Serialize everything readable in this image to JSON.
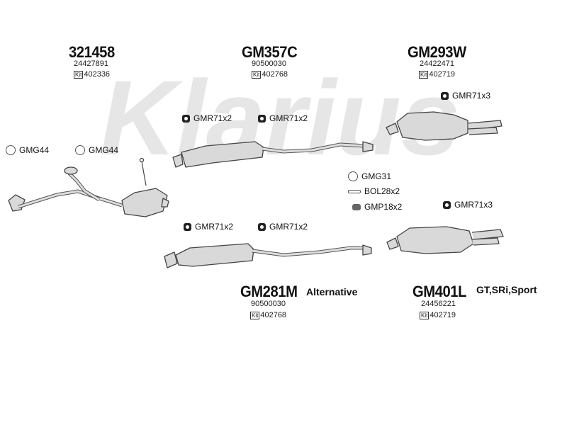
{
  "watermark": "Klarius",
  "parts": [
    {
      "id": "p1",
      "code": "321458",
      "oe": "24427891",
      "kit_label": "Kit",
      "kit": "402336"
    },
    {
      "id": "p2",
      "code": "GM357C",
      "oe": "90500030",
      "kit_label": "Kit",
      "kit": "402768"
    },
    {
      "id": "p3",
      "code": "GM293W",
      "oe": "24422471",
      "kit_label": "Kit",
      "kit": "402719"
    },
    {
      "id": "p4",
      "code": "GM281M",
      "oe": "90500030",
      "kit_label": "Kit",
      "kit": "402768"
    },
    {
      "id": "p5",
      "code": "GM401L",
      "oe": "24456221",
      "kit_label": "Kit",
      "kit": "402719"
    }
  ],
  "accessories": {
    "gmg44_a": "GMG44",
    "gmg44_b": "GMG44",
    "gmr_p2_a": "GMR71x2",
    "gmr_p2_b": "GMR71x2",
    "gmr_p3": "GMR71x3",
    "gmg31": "GMG31",
    "bol": "BOL28x2",
    "gmp": "GMP18x2",
    "gmr_p5": "GMR71x3",
    "gmr_p4_a": "GMR71x2",
    "gmr_p4_b": "GMR71x2"
  },
  "notes": {
    "alternative": "Alternative",
    "variants": "GT,SRi,Sport"
  },
  "colors": {
    "watermark": "#e6e6e6",
    "part_fill": "#d9d9d9",
    "part_stroke": "#444444"
  }
}
